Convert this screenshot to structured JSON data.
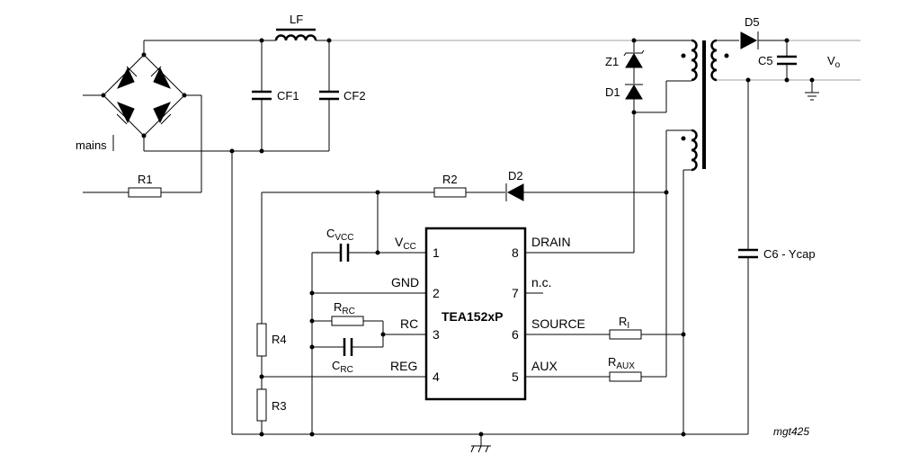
{
  "labels": {
    "mains": "mains",
    "lf": "LF",
    "cf1": "CF1",
    "cf2": "CF2",
    "r1": "R1",
    "r2": "R2",
    "r3": "R3",
    "r4": "R4",
    "d2": "D2",
    "d1": "D1",
    "d5": "D5",
    "z1": "Z1",
    "c5": "C5",
    "c6": "C6 - Ycap",
    "cvcc_main": "C",
    "cvcc_sub": "VCC",
    "rrc_main": "R",
    "rrc_sub": "RC",
    "crc_main": "C",
    "crc_sub": "RC",
    "ri_main": "R",
    "ri_sub": "I",
    "raux_main": "R",
    "raux_sub": "AUX",
    "vo_main": "V",
    "vo_sub": "o",
    "ref": "mgt425"
  },
  "ic": {
    "name": "TEA152xP",
    "pins_left": [
      {
        "num": "1",
        "main": "V",
        "sub": "CC"
      },
      {
        "num": "2",
        "main": "GND",
        "sub": ""
      },
      {
        "num": "3",
        "main": "RC",
        "sub": ""
      },
      {
        "num": "4",
        "main": "REG",
        "sub": ""
      }
    ],
    "pins_right": [
      {
        "num": "8",
        "label": "DRAIN"
      },
      {
        "num": "7",
        "label": "n.c."
      },
      {
        "num": "6",
        "label": "SOURCE"
      },
      {
        "num": "5",
        "label": "AUX"
      }
    ]
  }
}
